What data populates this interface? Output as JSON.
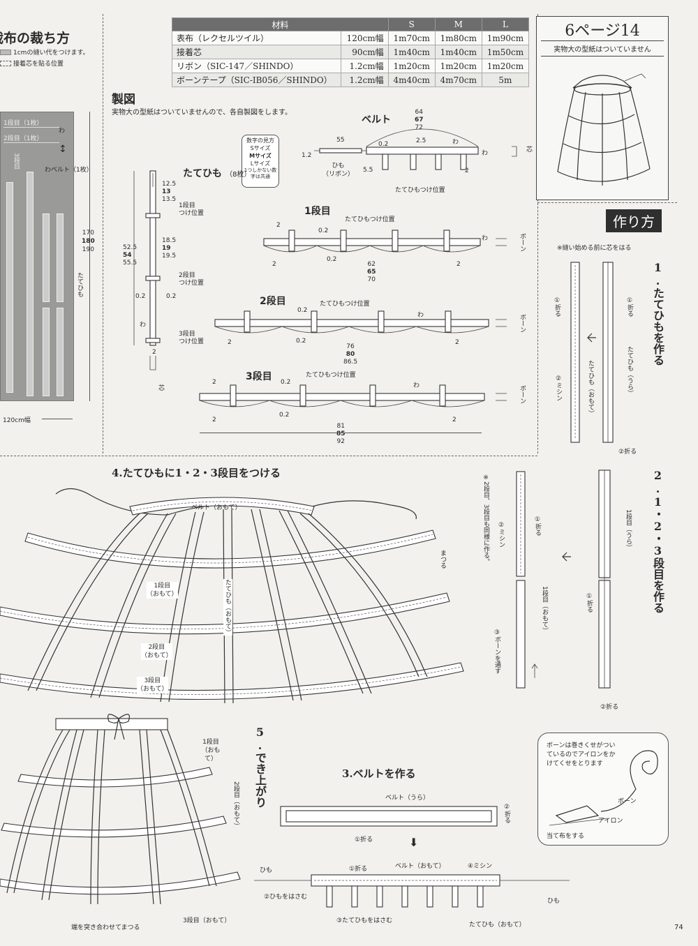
{
  "cutting": {
    "title": "裁布の裁ち方",
    "legend_seam": "1cmの縫い代をつけます。",
    "legend_interfacing": "接着芯を貼る位置",
    "tier1_label": "1段目（1枚）",
    "tier2_label": "2段目（1枚）",
    "tier3_label": "3段目",
    "fold": "わ",
    "belt_label": "ベルト（1枚）",
    "vertical_label": "たてひも",
    "height_vals": [
      "170",
      "180",
      "190"
    ],
    "width_label": "120cm幅"
  },
  "materials": {
    "headers": [
      "材料",
      "S",
      "M",
      "L"
    ],
    "rows": [
      {
        "name": "表布（レクセルツイル）",
        "width": "120cm幅",
        "s": "1m70cm",
        "m": "1m80cm",
        "l": "1m90cm"
      },
      {
        "name": "接着芯",
        "width": "90cm幅",
        "s": "1m40cm",
        "m": "1m40cm",
        "l": "1m50cm"
      },
      {
        "name": "リボン（SIC-147／SHINDO）",
        "width": "1.2cm幅",
        "s": "1m20cm",
        "m": "1m20cm",
        "l": "1m20cm"
      },
      {
        "name": "ボーンテープ（SIC-IB056／SHINDO）",
        "width": "1.2cm幅",
        "s": "4m40cm",
        "m": "4m70cm",
        "l": "5m"
      }
    ]
  },
  "ref_box": {
    "title": "6ページ14",
    "note": "実物大の型紙はついていません"
  },
  "drafting": {
    "title": "製図",
    "note": "実物大の型紙はついていませんので、各自製図をします。",
    "size_key": {
      "title": "数字の見方",
      "s": "Sサイズ",
      "m": "Mサイズ",
      "l": "Lサイズ",
      "common": "1つしかない数字は共通"
    },
    "belt": {
      "title": "ベルト",
      "dims": [
        "64",
        "67",
        "72"
      ],
      "v55": "55",
      "v12": "1.2",
      "v02": "0.2",
      "v25": "2.5",
      "v55b": "5.5",
      "v2": "2",
      "himo": "ひも",
      "ribbon": "（リボン）",
      "attach": "たてひもつけ位置",
      "wa": "わ",
      "shin": "芯"
    },
    "vertical": {
      "title": "たてひも",
      "count": "（8枚）",
      "t1": [
        "12.5",
        "13",
        "13.5"
      ],
      "t2": [
        "18.5",
        "19",
        "19.5"
      ],
      "total": [
        "52.5",
        "54",
        "55.5"
      ],
      "pos1": "1段目",
      "pos2": "2段目",
      "pos3": "3段目",
      "pos_suffix": "つけ位置",
      "v02": "0.2",
      "wa": "わ",
      "v2": "2",
      "shin": "芯"
    },
    "tier1": {
      "title": "1段目",
      "dims": [
        "62",
        "65",
        "70"
      ],
      "v2": "2",
      "v02": "0.2",
      "attach": "たてひもつけ位置",
      "wa": "わ",
      "bone": "ボーン"
    },
    "tier2": {
      "title": "2段目",
      "dims": [
        "76",
        "80",
        "86.5"
      ],
      "v2": "2",
      "v02": "0.2",
      "attach": "たてひもつけ位置",
      "wa": "わ",
      "bone": "ボーン"
    },
    "tier3": {
      "title": "3段目",
      "dims": [
        "81",
        "85",
        "92"
      ],
      "v2": "2",
      "v02": "0.2",
      "attach": "たてひもつけ位置",
      "wa": "わ",
      "bone": "ボーン"
    }
  },
  "howto": {
    "title": "作り方",
    "note": "※縫い始める前に芯をはる",
    "step1": {
      "title": "1.たてひもを作る",
      "fold1": "①折る",
      "fold2": "②折る",
      "sew": "②ミシン",
      "right": "たてひも（うら）",
      "left": "たてひも（おもて）"
    },
    "step2": {
      "title": "2.1・2・3段目を作る",
      "note": "※2段目、3段目も同様に作る。",
      "fold1": "①折る",
      "fold2": "②折る",
      "sew": "②ミシン",
      "label_ura": "1段目（うら）",
      "label_omote": "1段目（おもて）",
      "bone": "③ボーンを通す"
    },
    "tip": {
      "text": "ボーンは巻きくせがついているのでアイロンをかけてくせをとります",
      "bone": "ボーン",
      "iron": "アイロン",
      "cloth": "当て布をする"
    },
    "step3": {
      "title": "3.ベルトを作る",
      "belt_ura": "ベルト（うら）",
      "fold1": "①折る",
      "fold2": "②折る",
      "belt_omote": "ベルト（おもて）",
      "sew": "④ミシン",
      "himo": "ひも",
      "sandwich_himo": "②ひもをはさむ",
      "sandwich_vert": "③たてひもをはさむ",
      "vert_omote": "たてひも（おもて）"
    },
    "step4": {
      "title": "4.たてひもに1・2・3段目をつける",
      "belt": "ベルト（おもて）",
      "t1": "1段目",
      "t2": "2段目",
      "t3": "3段目",
      "omote": "（おもて）",
      "vert": "たてひも",
      "matsuru": "まつる"
    },
    "step5": {
      "title": "5.でき上がり",
      "t1": "1段目（おもて）",
      "t2": "2段目（おもて）",
      "t3": "3段目（おもて）",
      "ends": "端を突き合わせてまつる"
    }
  },
  "page_number": "74"
}
